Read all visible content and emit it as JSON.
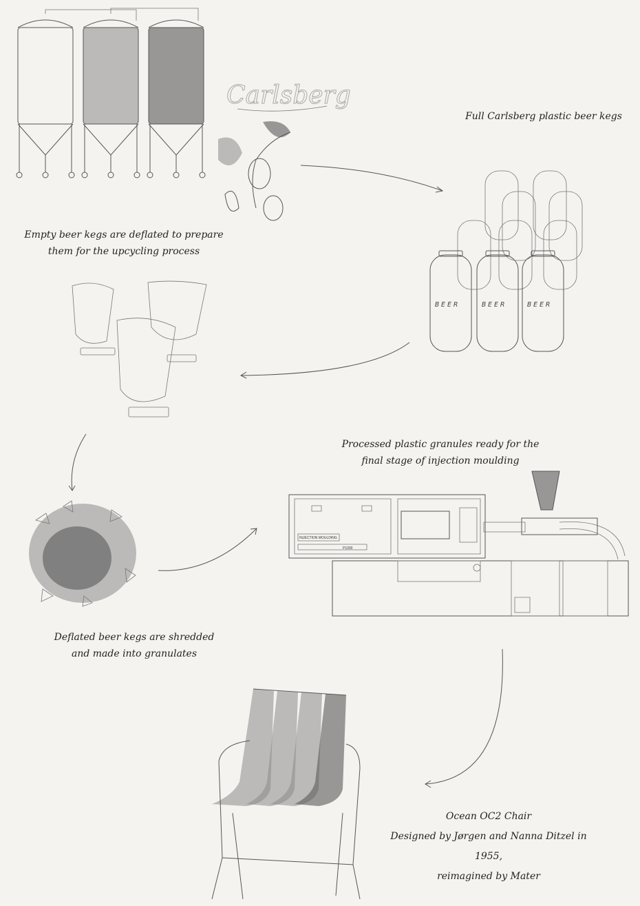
{
  "captions": {
    "full_kegs": "Full Carlsberg plastic beer kegs",
    "deflated_line1": "Empty beer kegs are deflated to prepare",
    "deflated_line2": "them for the upcycling process",
    "granules_line1": "Processed plastic granules ready for the",
    "granules_line2": "final stage of injection moulding",
    "shredded_line1": "Deflated beer kegs are shredded",
    "shredded_line2": "and made into granulates",
    "chair_name": "Ocean OC2 Chair",
    "chair_designer": "Designed by Jørgen and Nanna Ditzel in 1955,",
    "chair_reimagined": "reimagined by Mater"
  },
  "labels": {
    "brand_logo": "Carlsberg",
    "keg_label": "BEER",
    "machine_label": "INJECTION MOULDING",
    "machine_model": "P1000"
  },
  "colors": {
    "background": "#f5f3f0",
    "ink": "#555555",
    "wash": "#8a8a8a"
  }
}
